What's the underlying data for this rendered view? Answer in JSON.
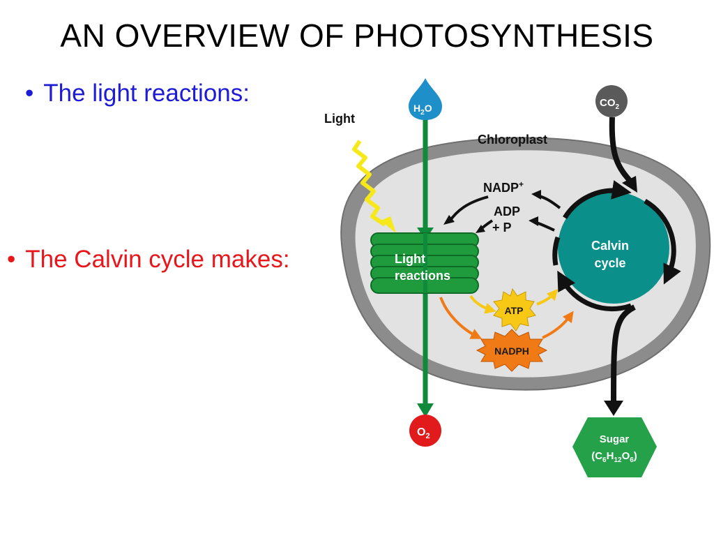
{
  "slide": {
    "title": "AN OVERVIEW OF PHOTOSYNTHESIS",
    "bullets": [
      {
        "text": "The light reactions:",
        "color": "#1d1bd6"
      },
      {
        "text": "The Calvin cycle makes:",
        "color": "#e8161b"
      }
    ]
  },
  "diagram": {
    "labels": {
      "light": "Light",
      "chloroplast": "Chloroplast",
      "nadp": "NADP",
      "nadp_sup": "+",
      "adp": "ADP",
      "plus_p": "+ P",
      "light_reactions_1": "Light",
      "light_reactions_2": "reactions",
      "calvin_1": "Calvin",
      "calvin_2": "cycle",
      "atp": "ATP",
      "nadph": "NADPH",
      "h2o": "H",
      "h2o_sub": "2",
      "h2o_o": "O",
      "co2": "CO",
      "co2_sub": "2",
      "o2": "O",
      "o2_sub": "2",
      "sugar": "Sugar",
      "sugar_formula_parts": [
        "(C",
        "6",
        "H",
        "12",
        "O",
        "6",
        ")"
      ]
    },
    "colors": {
      "green_arrow": "#0f8a3a",
      "thylakoid": "#1f9a3c",
      "calvin": "#0a8f8a",
      "membrane_outer": "#8c8c8c",
      "stroma": "#e2e2e2",
      "h2o": "#1e8fc8",
      "co2": "#5a5a5a",
      "o2": "#e11b1b",
      "sugar": "#24a149",
      "atp": "#f7c816",
      "nadph": "#f07a16",
      "light": "#f7e81a"
    }
  }
}
